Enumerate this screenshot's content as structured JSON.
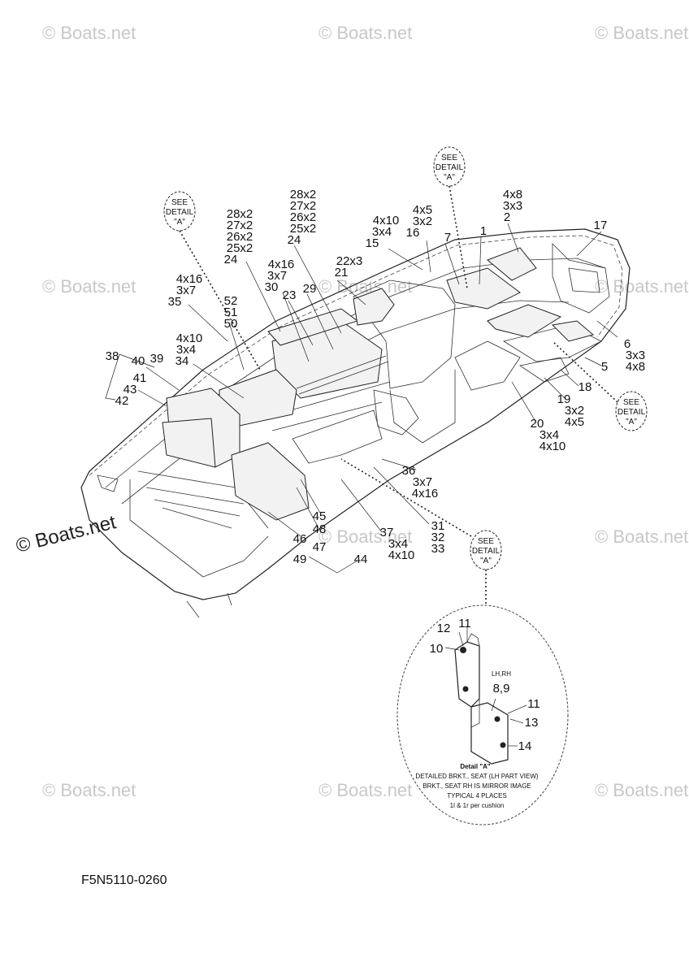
{
  "watermarks": [
    "© Boats.net"
  ],
  "footer": {
    "code": "F5N5110-0260"
  },
  "see_detail": {
    "line1": "SEE",
    "line2": "DETAIL",
    "line3": "\"A\""
  },
  "callouts": [
    {
      "id": "c1",
      "lines": [
        "28x2",
        "27x2",
        "26x2",
        "25x2",
        "24"
      ]
    },
    {
      "id": "c2",
      "lines": [
        "28x2",
        "27x2",
        "26x2",
        "25x2",
        "24"
      ]
    },
    {
      "id": "c3",
      "lines": [
        "4x10",
        "3x4",
        "15"
      ]
    },
    {
      "id": "c4",
      "lines": [
        "4x5",
        "3x2",
        "16"
      ]
    },
    {
      "id": "c5",
      "lines": [
        "4x8",
        "3x3",
        "2"
      ]
    },
    {
      "id": "c6",
      "lines": [
        "7"
      ]
    },
    {
      "id": "c7",
      "lines": [
        "1"
      ]
    },
    {
      "id": "c8",
      "lines": [
        "17"
      ]
    },
    {
      "id": "c9",
      "lines": [
        "22x3",
        "21"
      ]
    },
    {
      "id": "c10",
      "lines": [
        "4x16",
        "3x7",
        "30"
      ]
    },
    {
      "id": "c11",
      "lines": [
        "23"
      ]
    },
    {
      "id": "c12",
      "lines": [
        "29"
      ]
    },
    {
      "id": "c13",
      "lines": [
        "4x16",
        "3x7",
        "35"
      ]
    },
    {
      "id": "c14",
      "lines": [
        "52",
        "51",
        "50"
      ]
    },
    {
      "id": "c15",
      "lines": [
        "4x10",
        "3x4",
        "34"
      ]
    },
    {
      "id": "c16",
      "lines": [
        "38"
      ]
    },
    {
      "id": "c17",
      "lines": [
        "40",
        "39"
      ]
    },
    {
      "id": "c18",
      "lines": [
        "41",
        "43",
        "42"
      ]
    },
    {
      "id": "c19",
      "lines": [
        "6",
        "3x3",
        "4x8"
      ]
    },
    {
      "id": "c20",
      "lines": [
        "5"
      ]
    },
    {
      "id": "c21",
      "lines": [
        "18"
      ]
    },
    {
      "id": "c22",
      "lines": [
        "19",
        "3x2",
        "4x5"
      ]
    },
    {
      "id": "c23",
      "lines": [
        "20",
        "3x4",
        "4x10"
      ]
    },
    {
      "id": "c24",
      "lines": [
        "36",
        "3x7",
        "4x16"
      ]
    },
    {
      "id": "c25",
      "lines": [
        "31",
        "32",
        "33"
      ]
    },
    {
      "id": "c26",
      "lines": [
        "37",
        "3x4",
        "4x10"
      ]
    },
    {
      "id": "c27",
      "lines": [
        "45",
        "48"
      ]
    },
    {
      "id": "c28",
      "lines": [
        "46",
        "47"
      ]
    },
    {
      "id": "c29",
      "lines": [
        "49"
      ]
    },
    {
      "id": "c30",
      "lines": [
        "44"
      ]
    }
  ],
  "detail": {
    "labels": [
      "12",
      "11",
      "10",
      "LH,RH",
      "8,9",
      "11",
      "13",
      "14"
    ],
    "caption": [
      "Detail \"A\"",
      "DETAILED BRKT., SEAT (LH PART VIEW)",
      "BRKT., SEAT RH IS MIRROR IMAGE",
      "TYPICAL 4 PLACES",
      "1l & 1r per cushion"
    ]
  }
}
